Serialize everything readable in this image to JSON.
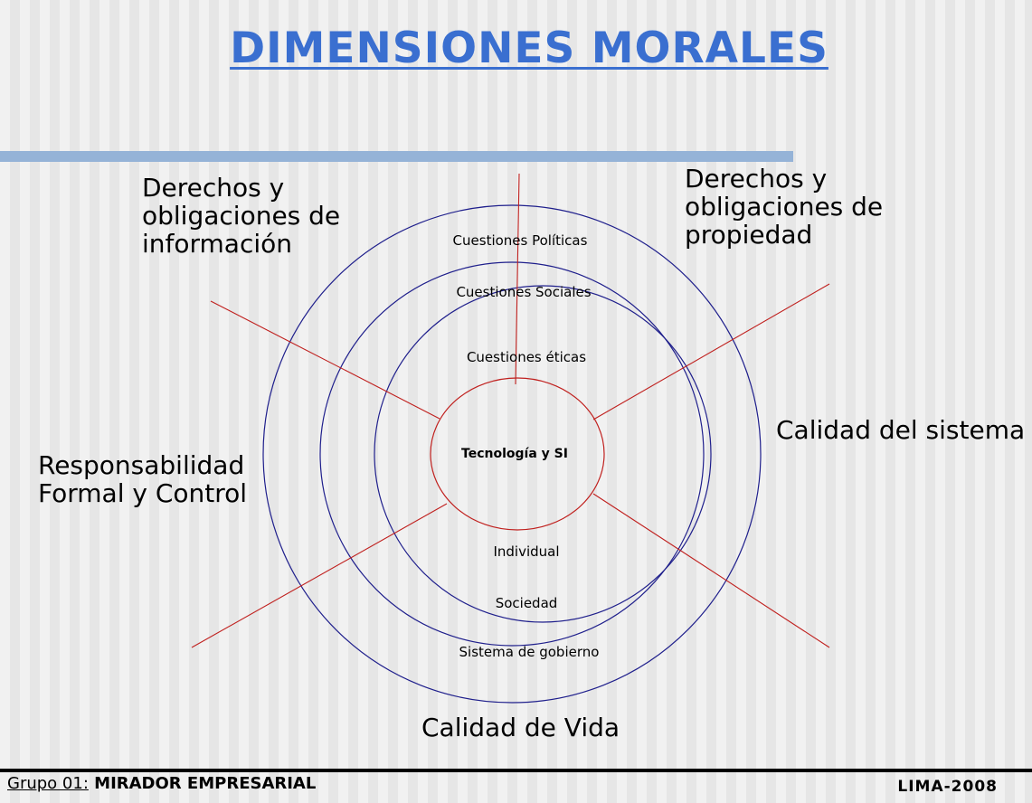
{
  "title": "DIMENSIONES MORALES",
  "dimensions": {
    "info_rights": "Derechos y\nobligaciones de\ninformación",
    "property_rights": "Derechos y\nobligaciones de\npropiedad",
    "system_quality": "Calidad del sistema",
    "accountability": "Responsabilidad\nFormal y Control",
    "quality_of_life": "Calidad de Vida"
  },
  "rings": {
    "outer_top": "Cuestiones Políticas",
    "middle_top": "Cuestiones Sociales",
    "inner_top": "Cuestiones éticas",
    "center": "Tecnología y SI",
    "inner_bottom": "Individual",
    "middle_bottom": "Sociedad",
    "outer_bottom": "Sistema de gobierno"
  },
  "colors": {
    "circles": "#1f1f8c",
    "spokes": "#c0201e",
    "title": "#3a6fd0",
    "bar": "#95b3d7"
  },
  "footer": {
    "group": "Grupo 01:",
    "name": " MIRADOR EMPRESARIAL",
    "city_year": "LIMA-2008"
  }
}
